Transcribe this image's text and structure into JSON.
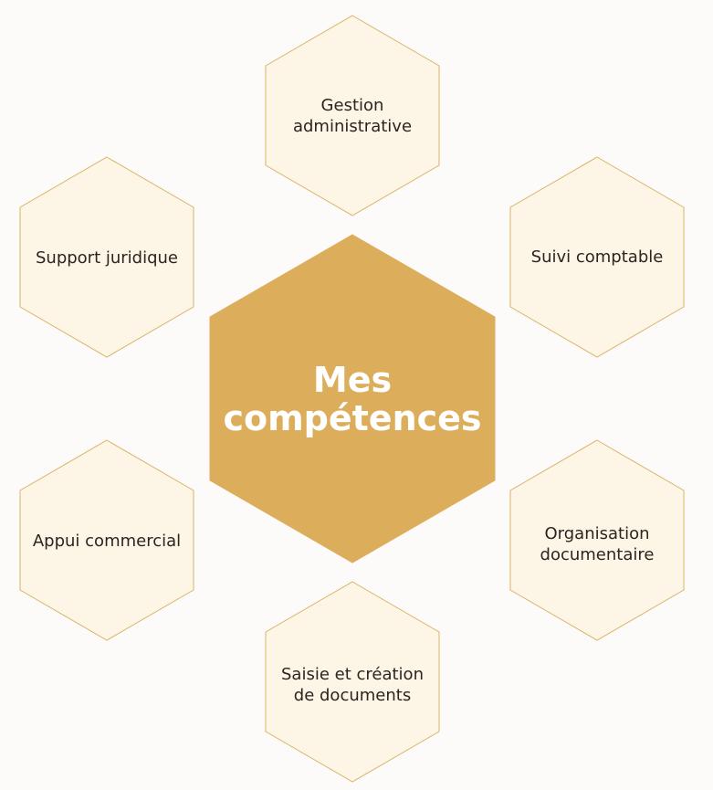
{
  "diagram": {
    "center": {
      "title": "Mes\ncompétences"
    },
    "skills": [
      {
        "label": "Gestion\nadministrative"
      },
      {
        "label": "Suivi comptable"
      },
      {
        "label": "Organisation\ndocumentaire"
      },
      {
        "label": "Saisie et création\nde documents"
      },
      {
        "label": "Appui commercial"
      },
      {
        "label": "Support juridique"
      }
    ]
  },
  "colors": {
    "background": "#fdfbfa",
    "center_fill": "#dcae5c",
    "hex_fill": "#fdf6e7",
    "hex_stroke": "#d9b264",
    "label_text": "#2a2520",
    "center_text": "#ffffff"
  }
}
